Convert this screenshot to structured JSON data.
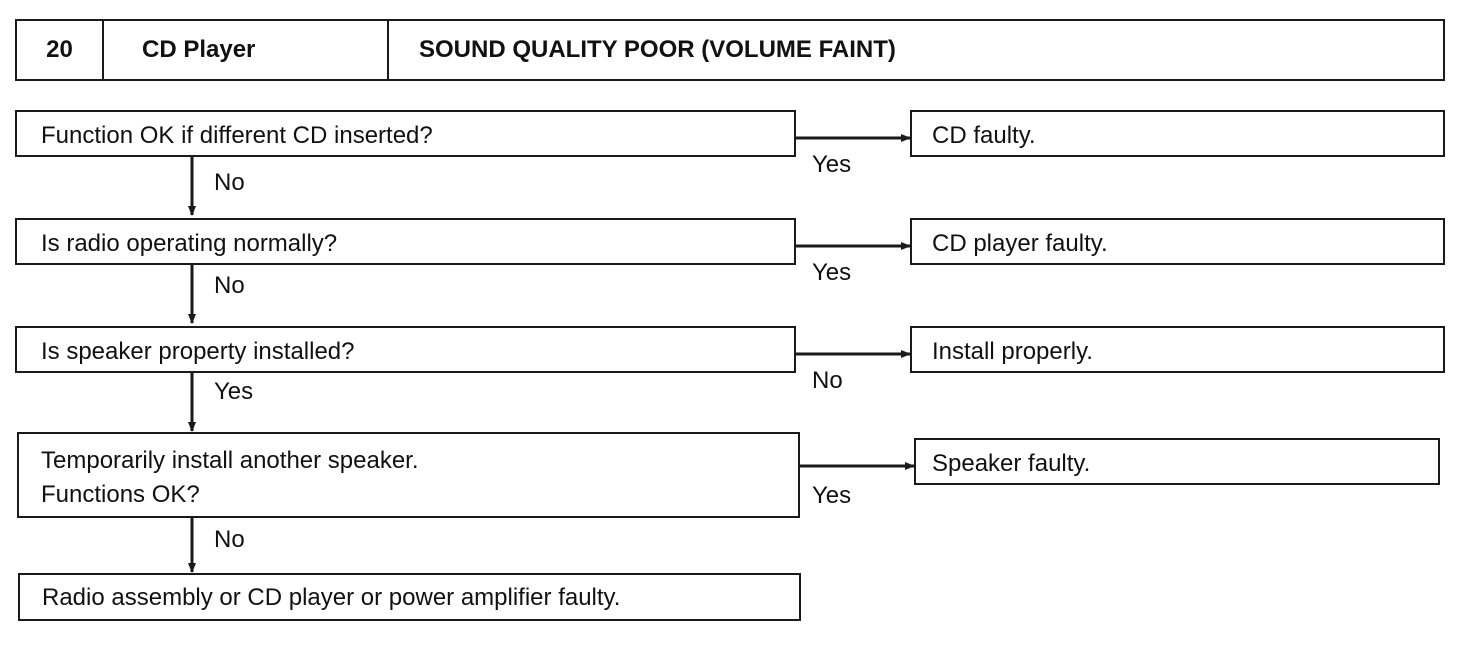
{
  "header": {
    "number": "20",
    "system": "CD Player",
    "title": "SOUND QUALITY POOR (VOLUME FAINT)"
  },
  "steps": [
    {
      "text": [
        "Function OK if different CD inserted?"
      ],
      "side_label": "Yes",
      "down_label": "No",
      "result": "CD faulty."
    },
    {
      "text": [
        "Is radio operating normally?"
      ],
      "side_label": "Yes",
      "down_label": "No",
      "result": "CD player faulty."
    },
    {
      "text": [
        "Is speaker property installed?"
      ],
      "side_label": "No",
      "down_label": "Yes",
      "result": "Install properly."
    },
    {
      "text": [
        "Temporarily install another speaker.",
        "Functions OK?"
      ],
      "side_label": "Yes",
      "down_label": "No",
      "result": "Speaker faulty."
    }
  ],
  "final": "Radio assembly or CD player or power amplifier faulty."
}
